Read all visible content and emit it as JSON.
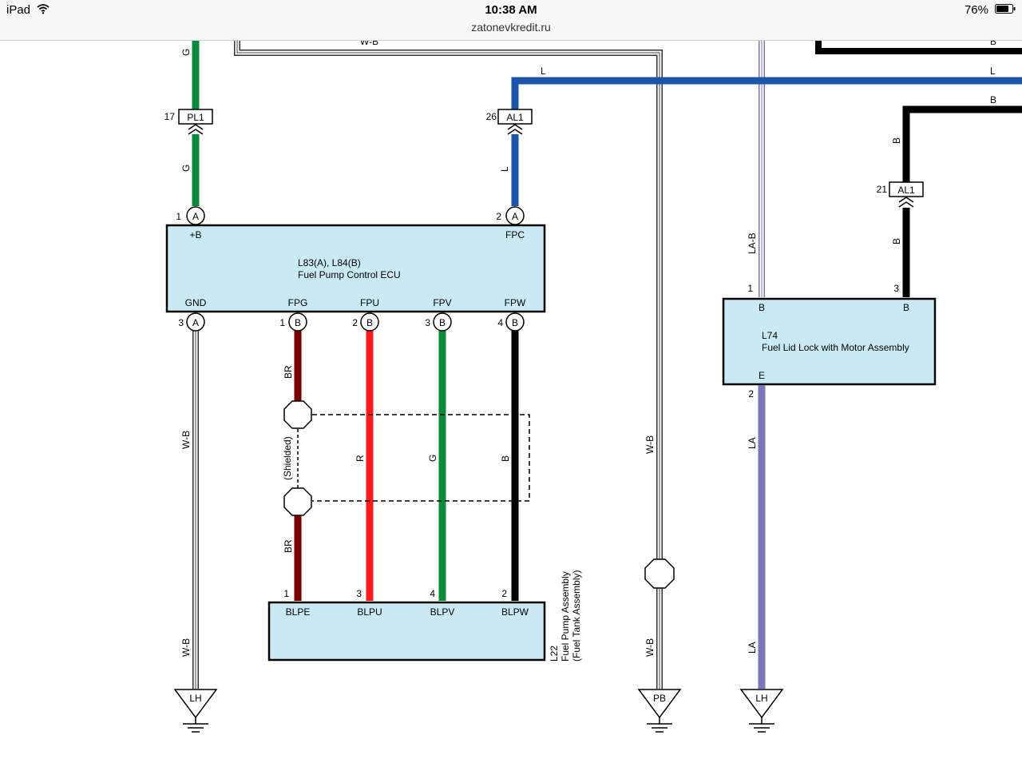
{
  "status_bar": {
    "device": "iPad",
    "time": "10:38 AM",
    "url": "zatonevkredit.ru",
    "battery": "76%"
  },
  "wire_colors": {
    "G": "#0a8a3a",
    "L": "#1a55a8",
    "B": "#000000",
    "R": "#ff1a1a",
    "BR": "#7a0000",
    "LA": "#7a78b8",
    "W-B": "#555555",
    "ecu_fill": "#c9eaf4"
  },
  "wire_labels": {
    "g_upper": "G",
    "g_lower": "G",
    "wb_top": "W-B",
    "l_top": "L",
    "l_right": "L",
    "l_drop": "L",
    "b_top_right": "B",
    "b_right": "B",
    "b_vert_upper": "B",
    "b_vert_lower": "B",
    "la_b": "LA-B",
    "wb_gnd_upper": "W-B",
    "wb_gnd_lower": "W-B",
    "br_upper": "BR",
    "br_lower": "BR",
    "shielded": "(Shielded)",
    "r": "R",
    "g": "G",
    "b": "B",
    "wb_mid_upper": "W-B",
    "wb_mid_lower": "W-B",
    "la_upper": "LA",
    "la_lower": "LA"
  },
  "connectors": {
    "pl1": {
      "name": "PL1",
      "pin": "17"
    },
    "al1_left": {
      "name": "AL1",
      "pin": "26"
    },
    "al1_right": {
      "name": "AL1",
      "pin": "21"
    }
  },
  "ecu": {
    "title": "L83(A), L84(B)",
    "name": "Fuel Pump Control ECU",
    "top_pins": [
      {
        "num": "1",
        "conn": "A",
        "label": "+B"
      },
      {
        "num": "2",
        "conn": "A",
        "label": "FPC"
      }
    ],
    "bottom_pins": [
      {
        "num": "3",
        "conn": "A",
        "label": "GND"
      },
      {
        "num": "1",
        "conn": "B",
        "label": "FPG"
      },
      {
        "num": "2",
        "conn": "B",
        "label": "FPU"
      },
      {
        "num": "3",
        "conn": "B",
        "label": "FPV"
      },
      {
        "num": "4",
        "conn": "B",
        "label": "FPW"
      }
    ]
  },
  "pump": {
    "id": "L22",
    "name": "Fuel Pump Assembly",
    "sub": "(Fuel Tank Assembly)",
    "pins": [
      {
        "num": "1",
        "label": "BLPE"
      },
      {
        "num": "3",
        "label": "BLPU"
      },
      {
        "num": "4",
        "label": "BLPV"
      },
      {
        "num": "2",
        "label": "BLPW"
      }
    ]
  },
  "lid_lock": {
    "id": "L74",
    "name": "Fuel Lid Lock with Motor Assembly",
    "pins": [
      {
        "num": "1",
        "label": "B"
      },
      {
        "num": "3",
        "label": "B"
      },
      {
        "num": "2",
        "label": "E"
      }
    ]
  },
  "grounds": {
    "left": "LH",
    "middle": "PB",
    "right": "LH"
  }
}
